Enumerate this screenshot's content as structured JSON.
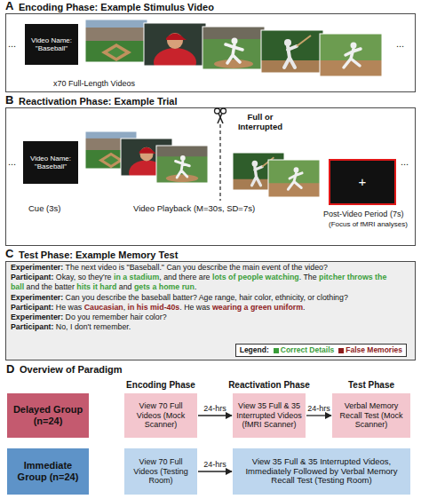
{
  "diagram": {
    "nodes": [
      {
        "text": [
          "A",
          "Encoding Phase: Example Stimulus Video"
        ]
      },
      {
        "text": [
          "Video Name: \"Baseball\""
        ],
        "in": 0
      },
      {
        "text": [
          "B",
          "Reactivation Phase: Example Trial"
        ]
      },
      {
        "text": [
          "Video Name: \"Baseball\""
        ],
        "in": 2
      },
      {
        "text": [
          "+"
        ],
        "in": 2
      },
      {
        "text": [
          "C",
          "Test Phase: Example Memory Test"
        ]
      },
      {
        "text": [
          "Delayed Group (n=24)"
        ]
      },
      {
        "text": [
          "View 70 Full Videos (Mock Scanner)"
        ]
      },
      {
        "text": [
          "View 35 Full & 35 Interrupted Videos (fMRI Scanner)"
        ]
      },
      {
        "text": [
          "Verbal Memory Recall Test (Mock Scanner)"
        ]
      },
      {
        "text": [
          "Immediate Group (n=24)"
        ]
      },
      {
        "text": [
          "View 70 Full Videos (Testing Room)"
        ]
      },
      {
        "text": [
          "View 35 Full & 35 Interrupted Videos, Immediately Followed by Verbal Memory Recall Test (Testing Room)"
        ]
      }
    ],
    "edges": [
      {
        "from": 7,
        "to": 8,
        "label": "24-hrs",
        "arrow": "to"
      },
      {
        "from": 8,
        "to": 9,
        "label": "24-hrs",
        "arrow": "to"
      },
      {
        "from": 11,
        "to": 12,
        "label": "24-hrs",
        "arrow": "to"
      }
    ],
    "labels": [
      "...",
      "x70 Full-Length Videos",
      "...",
      "...",
      "Full or Interrupted",
      "Cue (3s)",
      "Video Playback (M=30s, SD=7s)",
      "Post-Video Period (7s)",
      "(Focus of fMRI analyses)",
      "...",
      "Experimenter:",
      "The next video is \"Baseball.\" Can you describe the main event of the video?",
      "Participant:",
      "Okay, so they're",
      "in a stadium",
      ", and there are",
      "lots of people watching",
      ". The",
      "pitcher throws the ball",
      "and the batter",
      "hits it hard",
      "and",
      "gets a home run",
      ".",
      "Experimenter:",
      "Can you describe the baseball batter? Age range, hair color, ethnicity, or clothing?",
      "Participant:",
      "He was",
      "Caucasian",
      ",",
      "in his mid-40s",
      ". He was",
      "wearing a green uniform",
      ".",
      "Experimenter:",
      "Do you remember hair color?",
      "Participant:",
      "No, I don't remember.",
      "Legend:",
      "D",
      "Overview of Paradigm",
      "Encoding Phase",
      "Reactivation Phase",
      "Test Phase"
    ],
    "legend": [
      {
        "text": "Correct Details",
        "color": "#3a9e3a"
      },
      {
        "text": "False Memories",
        "color": "#8e1c1c"
      }
    ]
  }
}
